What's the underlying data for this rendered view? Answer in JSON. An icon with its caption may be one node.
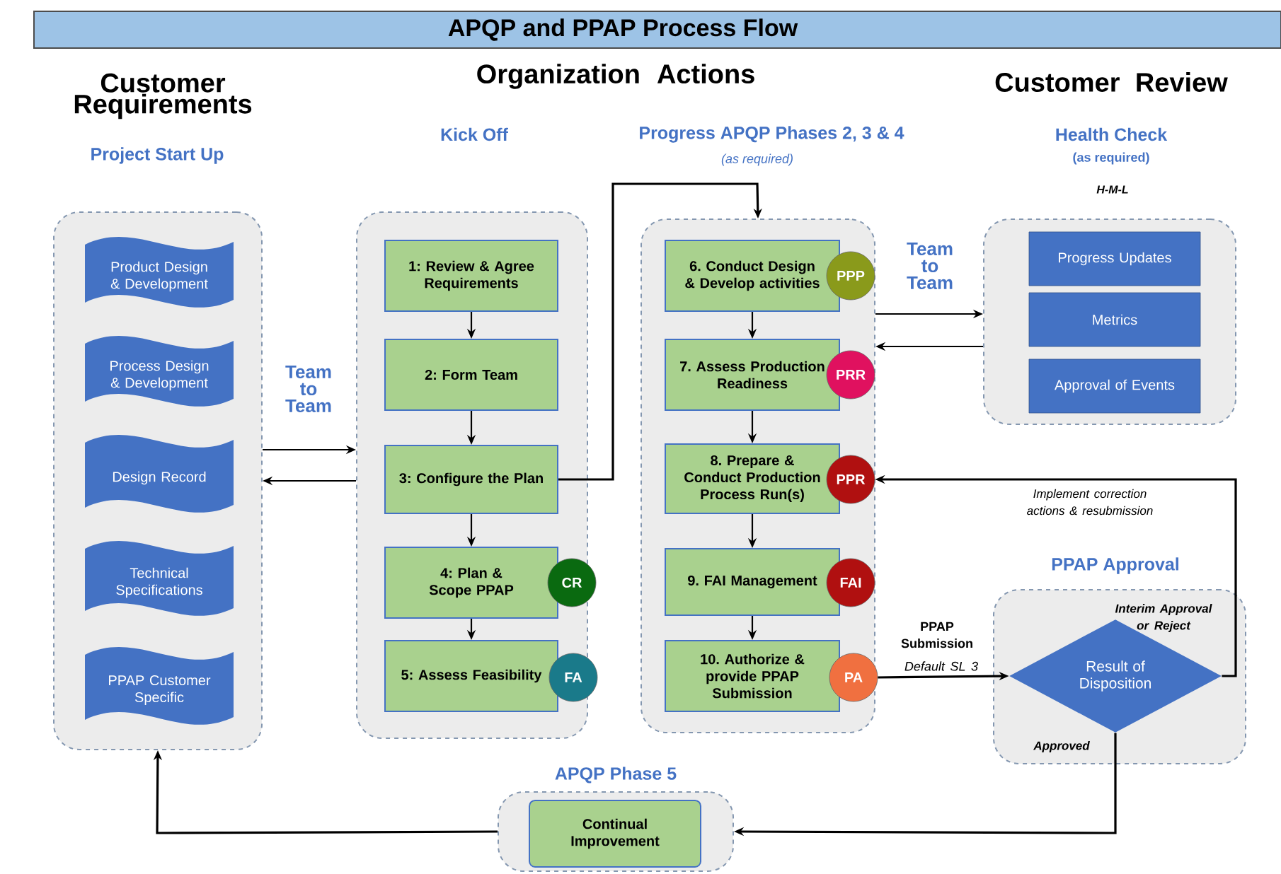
{
  "diagram": {
    "title": "APQP and PPAP Process Flow",
    "nodes": [
      {
        "text": [
          "Project Start Up"
        ]
      },
      {
        "text": [
          "Product Design & Development"
        ],
        "in": 0
      },
      {
        "text": [
          "Process Design & Development"
        ],
        "in": 0
      },
      {
        "text": [
          "Design Record"
        ],
        "in": 0
      },
      {
        "text": [
          "Technical Specifications"
        ],
        "in": 0
      },
      {
        "text": [
          "PPAP Customer Specific"
        ],
        "in": 0
      },
      {
        "text": [
          "Kick Off"
        ]
      },
      {
        "text": [
          "1: Review & Agree Requirements"
        ],
        "in": 6
      },
      {
        "text": [
          "2: Form Team"
        ],
        "in": 6
      },
      {
        "text": [
          "3: Configure the Plan"
        ],
        "in": 6
      },
      {
        "text": [
          "4: Plan & Scope PPAP"
        ],
        "in": 6
      },
      {
        "text": [
          "CR"
        ],
        "in": 6
      },
      {
        "text": [
          "5: Assess Feasibility"
        ],
        "in": 6
      },
      {
        "text": [
          "FA"
        ],
        "in": 6
      },
      {
        "text": [
          "Progress APQP Phases 2, 3 & 4",
          "(as required)"
        ]
      },
      {
        "text": [
          "6. Conduct Design & Develop activities"
        ],
        "in": 14
      },
      {
        "text": [
          "PPP"
        ],
        "in": 14
      },
      {
        "text": [
          "7. Assess Production Readiness"
        ],
        "in": 14
      },
      {
        "text": [
          "PRR"
        ],
        "in": 14
      },
      {
        "text": [
          "8. Prepare & Conduct Production Process Run(s)"
        ],
        "in": 14
      },
      {
        "text": [
          "PPR"
        ],
        "in": 14
      },
      {
        "text": [
          "9. FAI Management"
        ],
        "in": 14
      },
      {
        "text": [
          "FAI"
        ],
        "in": 14
      },
      {
        "text": [
          "10. Authorize & provide PPAP Submission"
        ],
        "in": 14
      },
      {
        "text": [
          "PA"
        ],
        "in": 14
      },
      {
        "text": [
          "Health Check",
          "(as required)",
          "H-M-L"
        ]
      },
      {
        "text": [
          "Progress Updates"
        ],
        "in": 25
      },
      {
        "text": [
          "Metrics"
        ],
        "in": 25
      },
      {
        "text": [
          "Approval of Events"
        ],
        "in": 25
      },
      {
        "text": [
          "PPAP Approval"
        ]
      },
      {
        "text": [
          "Result of Disposition"
        ],
        "in": 29
      },
      {
        "text": [
          "APQP Phase 5"
        ]
      },
      {
        "text": [
          "Continual Improvement"
        ],
        "in": 31
      }
    ],
    "edges": [
      {
        "from": 0,
        "to": 6,
        "arrow": "to"
      },
      {
        "from": 6,
        "to": 0,
        "arrow": "to"
      },
      {
        "from": 7,
        "to": 8,
        "arrow": "to"
      },
      {
        "from": 8,
        "to": 9,
        "arrow": "to"
      },
      {
        "from": 9,
        "to": 10,
        "arrow": "to"
      },
      {
        "from": 10,
        "to": 12,
        "arrow": "to"
      },
      {
        "from": 9,
        "to": 14,
        "arrow": "to"
      },
      {
        "from": 15,
        "to": 17,
        "arrow": "to"
      },
      {
        "from": 17,
        "to": 19,
        "arrow": "to"
      },
      {
        "from": 19,
        "to": 21,
        "arrow": "to"
      },
      {
        "from": 21,
        "to": 23,
        "arrow": "to"
      },
      {
        "from": 14,
        "to": 25,
        "arrow": "to"
      },
      {
        "from": 25,
        "to": 14,
        "arrow": "to"
      },
      {
        "from": 24,
        "to": 30,
        "arrow": "to",
        "label": "PPAP Submission"
      },
      {
        "from": 30,
        "to": 20,
        "arrow": "to",
        "label": "Implement correction actions & resubmission"
      },
      {
        "from": 30,
        "to": 31,
        "arrow": "to"
      },
      {
        "from": 31,
        "to": 0,
        "arrow": "to"
      }
    ],
    "labels": [
      "Customer Requirements",
      "Organization Actions",
      "Customer Review",
      "Team to Team",
      "Team to Team",
      "Default SL 3",
      "Interim Approval or Reject",
      "Approved"
    ]
  }
}
